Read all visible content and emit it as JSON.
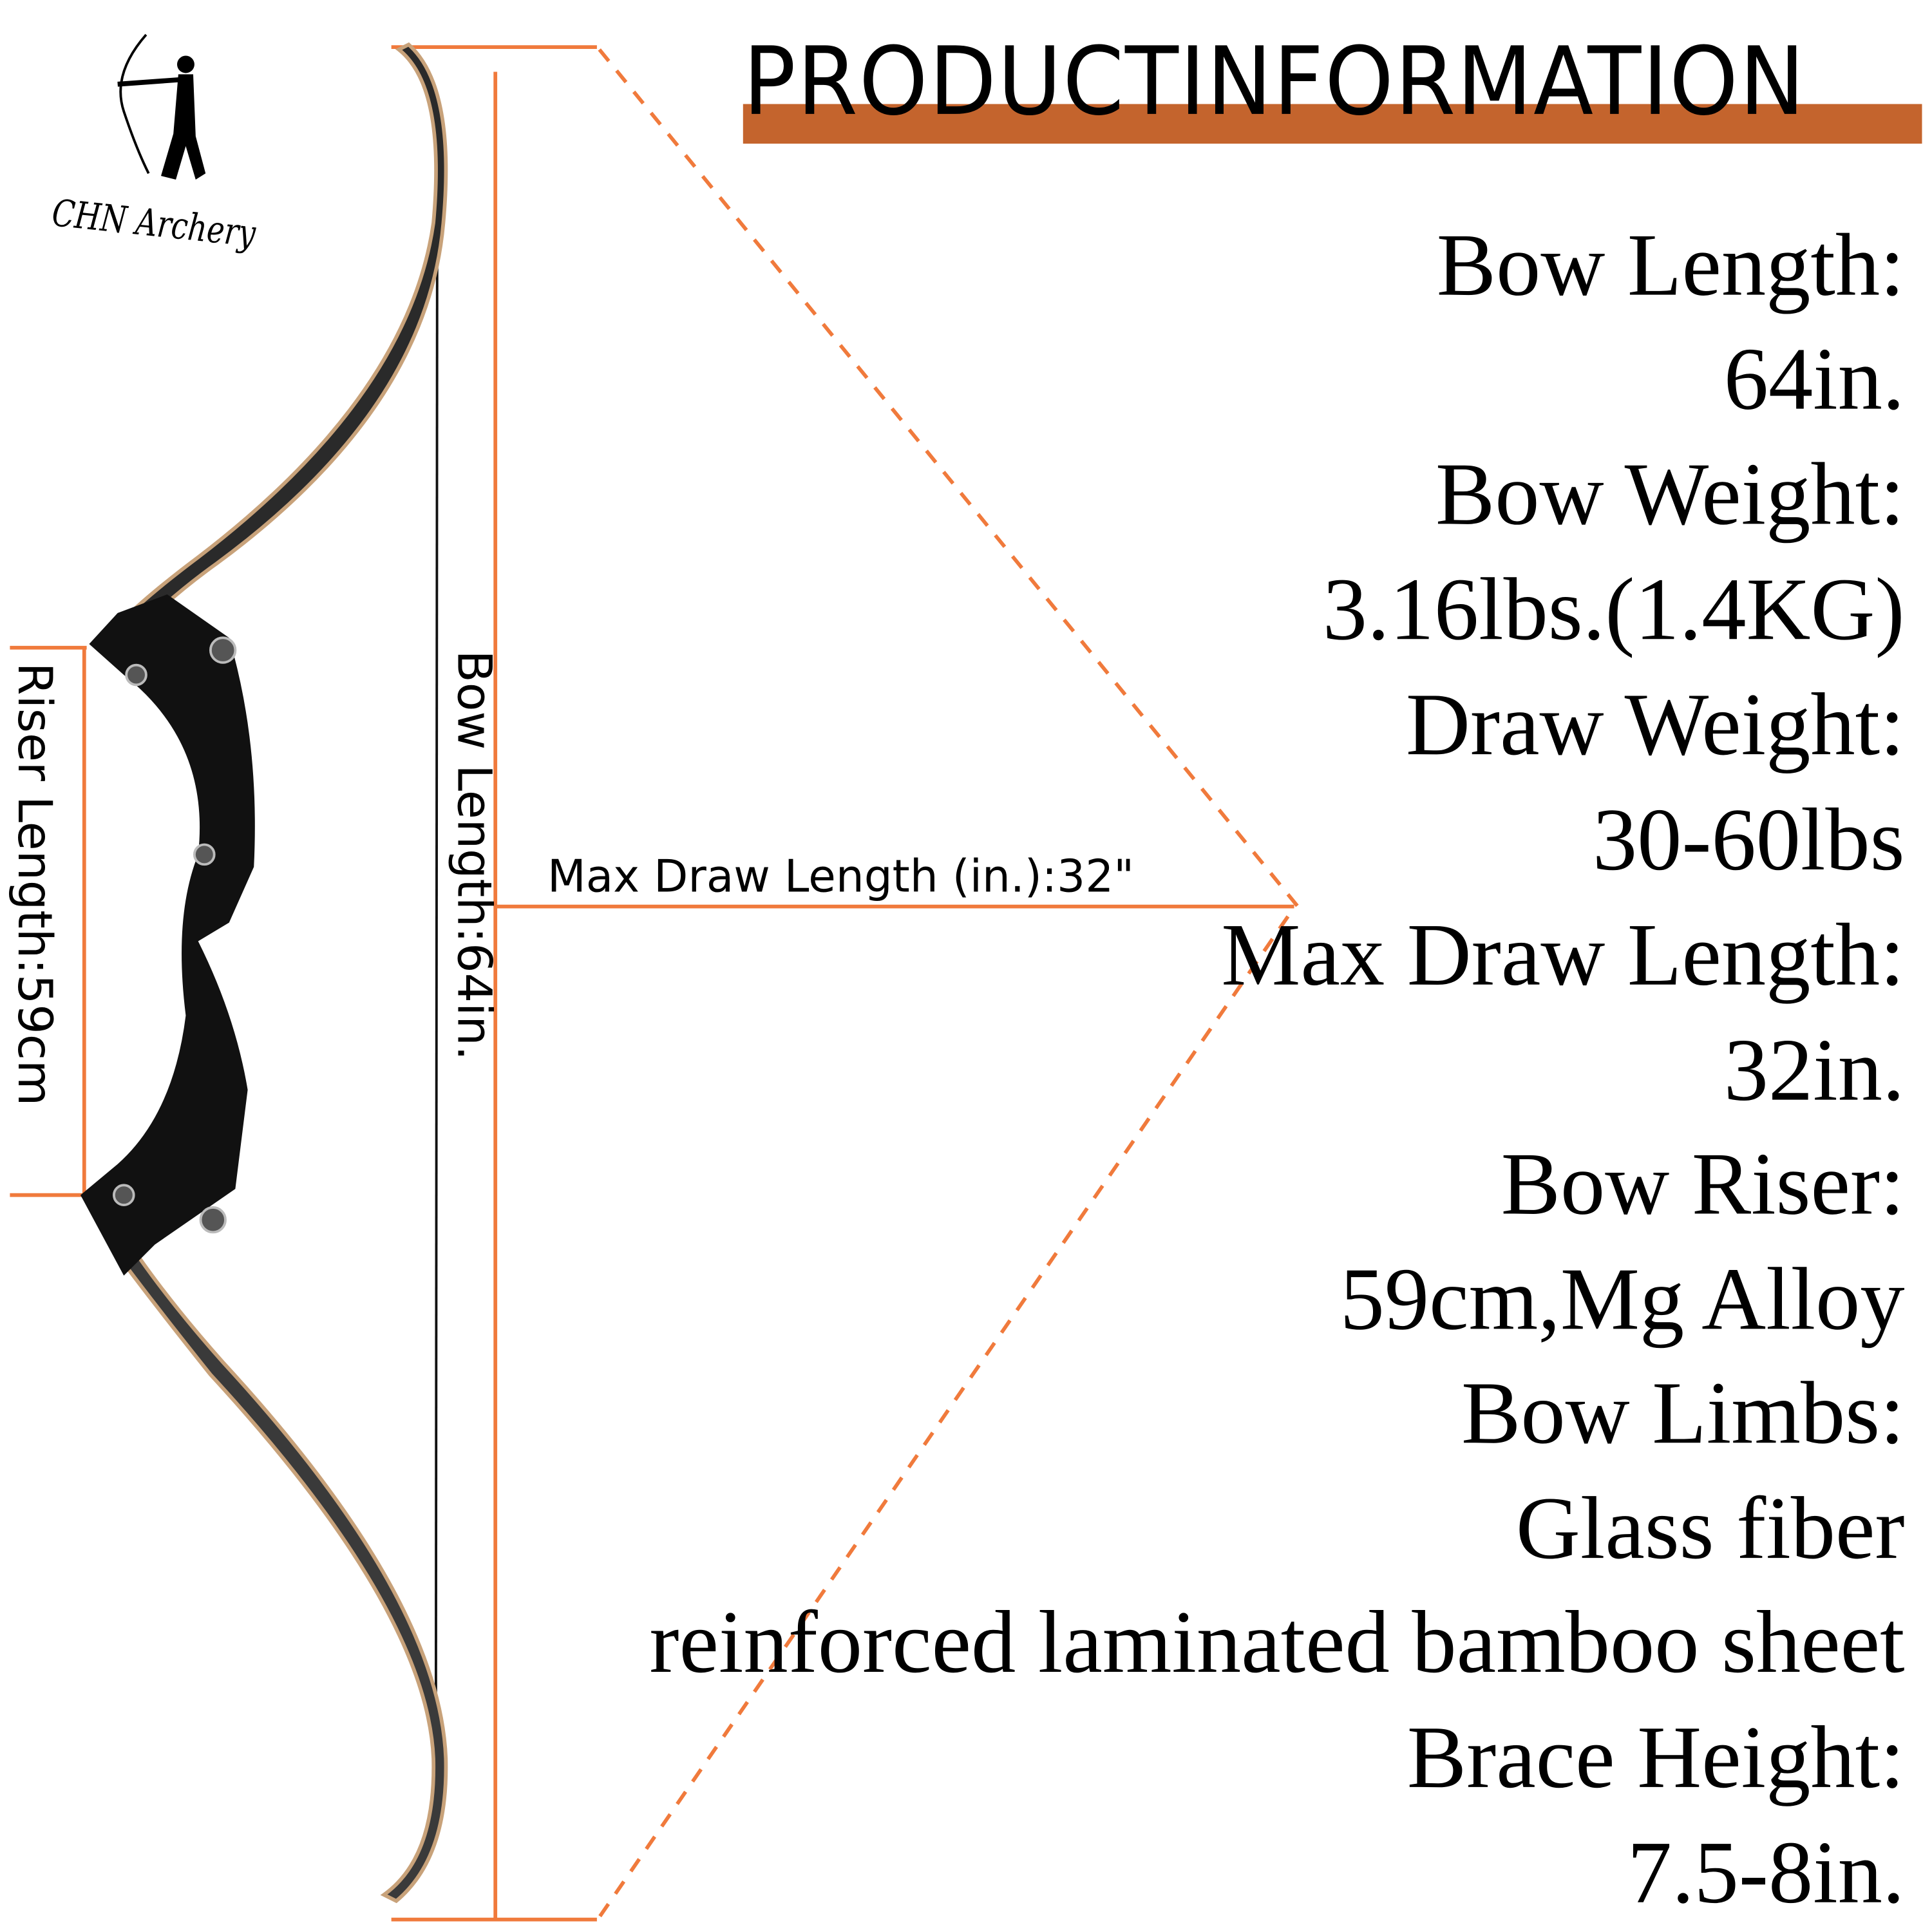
{
  "brand": {
    "name": "CHN Archery",
    "logo_icon": "archer-silhouette-icon"
  },
  "header": {
    "title": "PRODUCTINFORMATION",
    "accent_color": "#c4642d"
  },
  "diagram": {
    "riser_label": "Riser Length:59cm",
    "bow_label": "Bow Length:64in.",
    "draw_label": "Max Draw Length (in.):32\"",
    "line_color": "#f07a3c"
  },
  "specs": [
    "Bow Length:",
    "64in.",
    "Bow Weight:",
    "3.16lbs.(1.4KG)",
    "Draw Weight:",
    "30-60lbs",
    "Max Draw Length:",
    "32in.",
    "Bow Riser:",
    "59cm,Mg Alloy",
    "Bow Limbs:",
    "Glass fiber ",
    "reinforced laminated bamboo sheet",
    "Brace Height:",
    "7.5-8in."
  ]
}
